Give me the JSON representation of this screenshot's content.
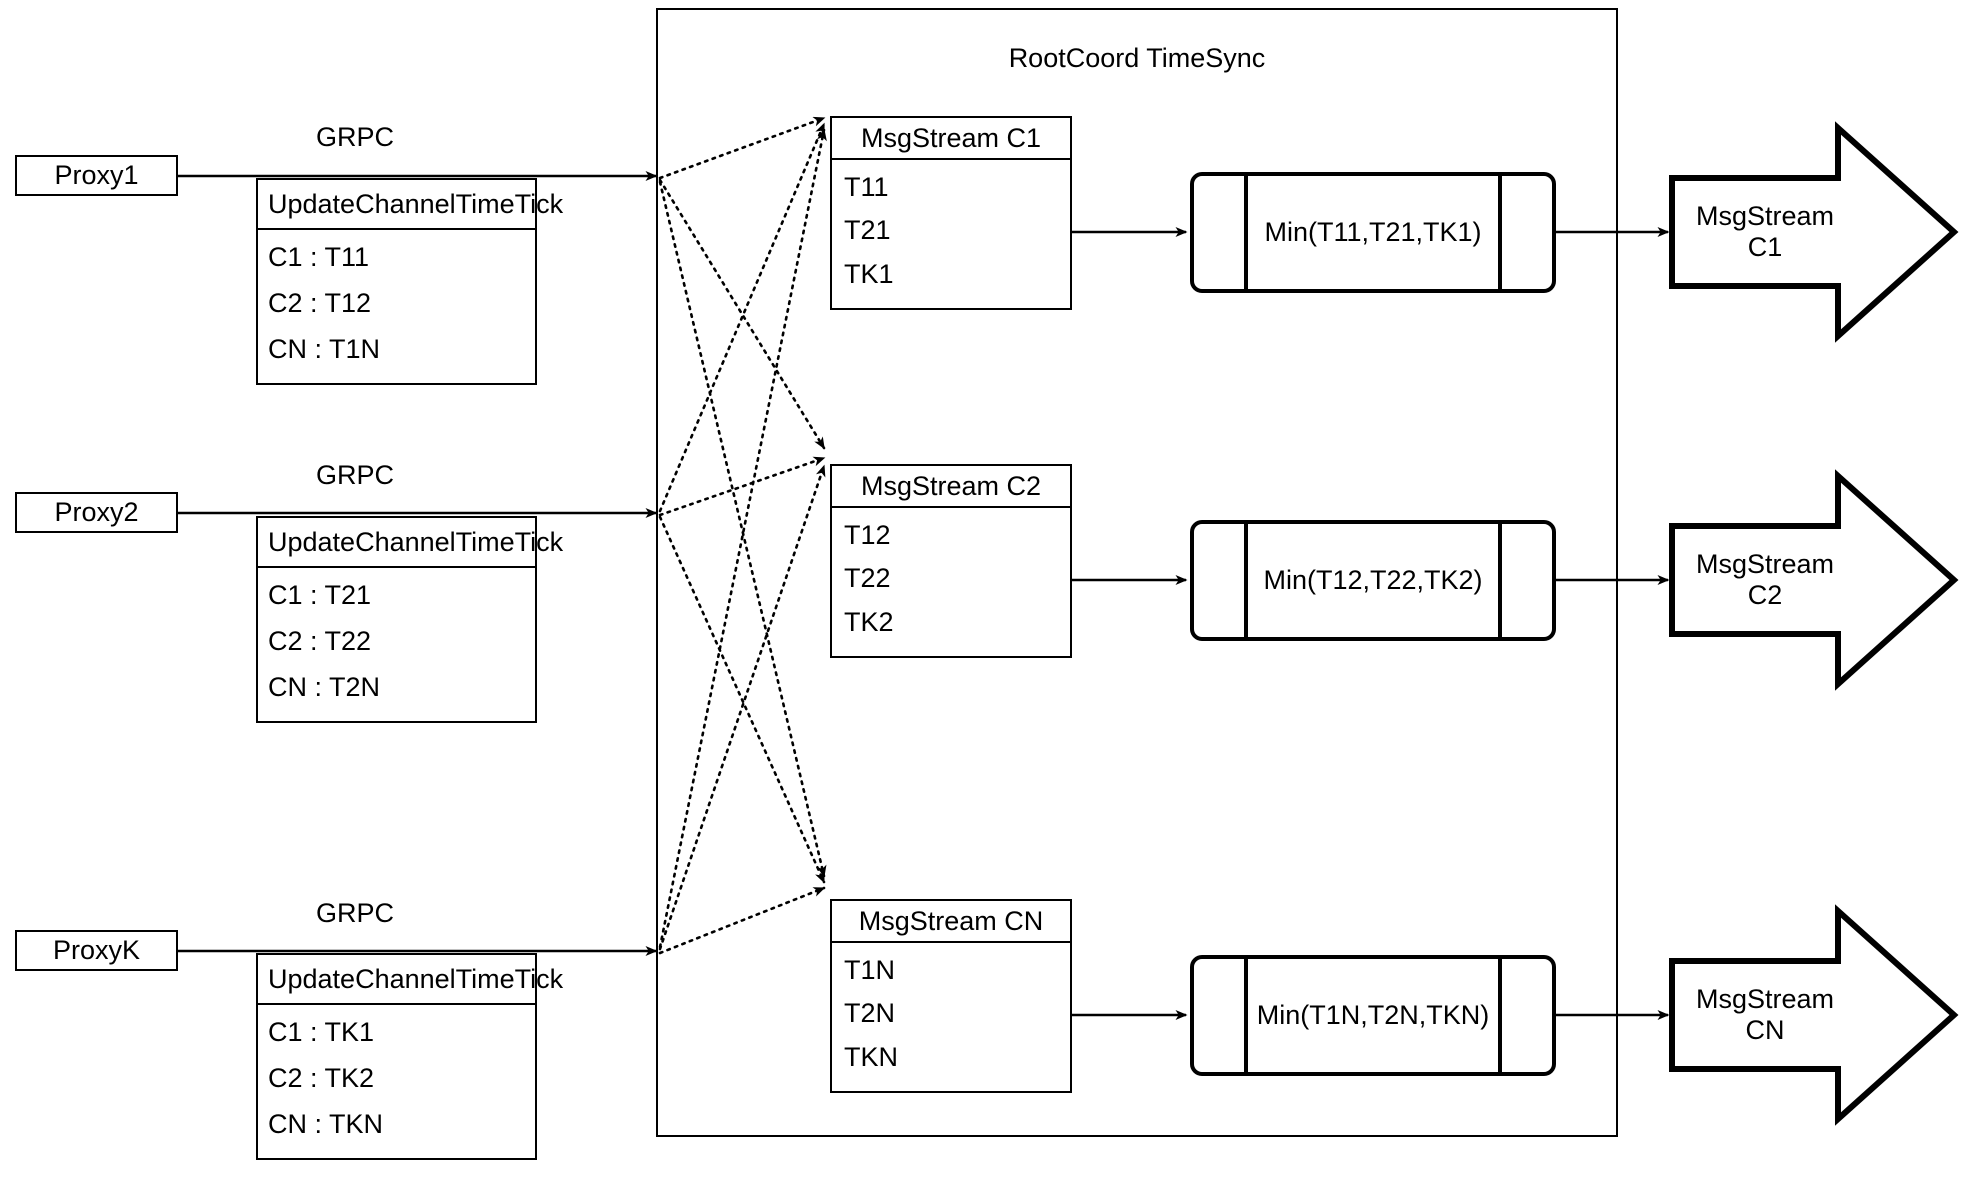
{
  "diagram": {
    "title": "RootCoord TimeSync",
    "container_label": "RootCoord TimeSync"
  },
  "proxies": [
    {
      "name": "Proxy1",
      "link_label": "GRPC",
      "request": {
        "title": "UpdateChannelTimeTick",
        "rows": [
          "C1 :  T11",
          "C2 :  T12",
          "CN : T1N"
        ]
      }
    },
    {
      "name": "Proxy2",
      "link_label": "GRPC",
      "request": {
        "title": "UpdateChannelTimeTick",
        "rows": [
          "C1 :  T21",
          "C2 :  T22",
          "CN : T2N"
        ]
      }
    },
    {
      "name": "ProxyK",
      "link_label": "GRPC",
      "request": {
        "title": "UpdateChannelTimeTick",
        "rows": [
          "C1 :  TK1",
          "C2 :  TK2",
          "CN : TKN"
        ]
      }
    }
  ],
  "channels": [
    {
      "stream": {
        "title": "MsgStream C1",
        "rows": [
          "T11",
          "T21",
          "TK1"
        ]
      },
      "process_label": "Min(T11,T21,TK1)",
      "output_label": "MsgStream C1"
    },
    {
      "stream": {
        "title": "MsgStream C2",
        "rows": [
          "T12",
          "T22",
          "TK2"
        ]
      },
      "process_label": "Min(T12,T22,TK2)",
      "output_label": "MsgStream C2"
    },
    {
      "stream": {
        "title": "MsgStream CN",
        "rows": [
          "T1N",
          "T2N",
          "TKN"
        ]
      },
      "process_label": "Min(T1N,T2N,TKN)",
      "output_label": "MsgStream CN"
    }
  ],
  "colors": {
    "stroke": "#000000",
    "background": "#ffffff"
  }
}
